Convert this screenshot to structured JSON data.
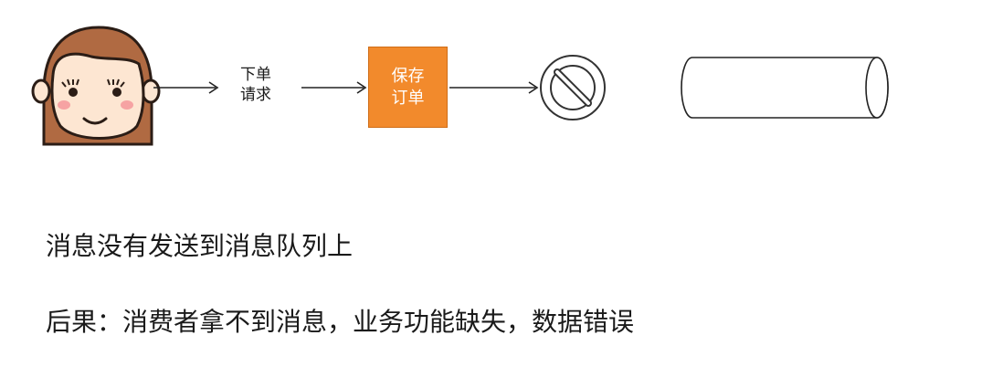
{
  "flow": {
    "request_line1": "下单",
    "request_line2": "请求",
    "save_line1": "保存",
    "save_line2": "订单"
  },
  "icons": {
    "user": "girl-face-icon",
    "blocked": "prohibited-icon",
    "queue": "cylinder-queue-icon"
  },
  "colors": {
    "save_box": "#f28a2c",
    "hair": "#b06a42",
    "skin": "#fde6d2",
    "cheek": "#f6a3a3"
  },
  "captions": {
    "line1": "消息没有发送到消息队列上",
    "line2": "后果：消费者拿不到消息，业务功能缺失，数据错误"
  }
}
